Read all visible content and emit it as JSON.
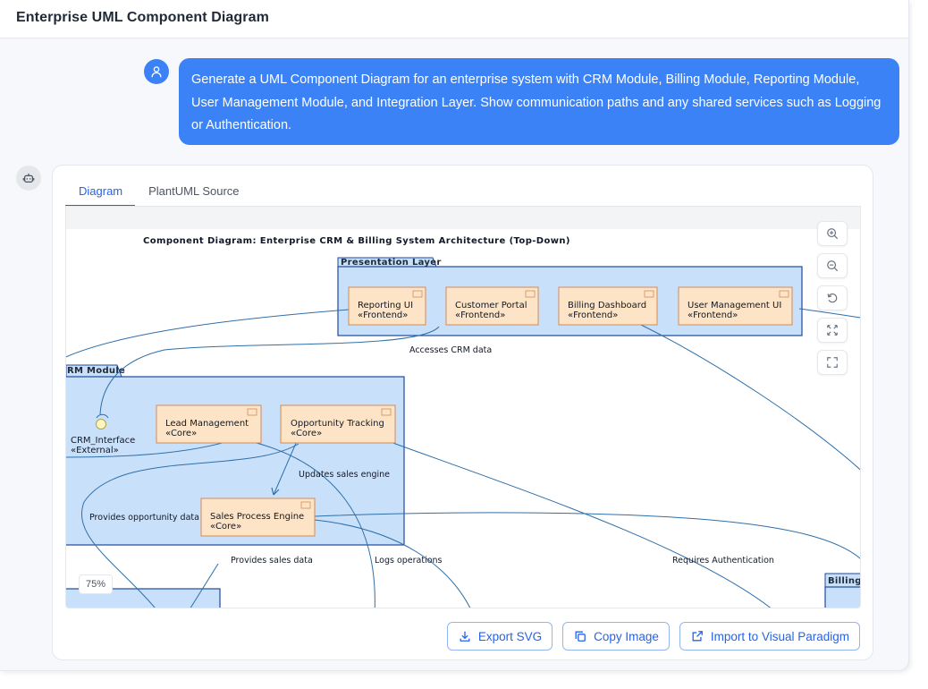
{
  "app": {
    "title": "Enterprise UML Component Diagram"
  },
  "user_message": "Generate a UML Component Diagram for an enterprise system with CRM Module, Billing Module, Reporting Module, User Management Module, and Integration Layer. Show communication paths and any shared services such as Logging or Authentication.",
  "tabs": [
    {
      "label": "Diagram",
      "active": true
    },
    {
      "label": "PlantUML Source",
      "active": false
    }
  ],
  "diagram": {
    "title": "Component Diagram: Enterprise CRM & Billing System Architecture (Top-Down)",
    "packages": {
      "presentation": "Presentation Layer",
      "crm": "RM Module",
      "billing": "Billing"
    },
    "components": {
      "reporting_ui": {
        "name": "Reporting UI",
        "stereotype": "«Frontend»"
      },
      "customer_portal": {
        "name": "Customer Portal",
        "stereotype": "«Frontend»"
      },
      "billing_dashboard": {
        "name": "Billing Dashboard",
        "stereotype": "«Frontend»"
      },
      "user_mgmt_ui": {
        "name": "User Management UI",
        "stereotype": "«Frontend»"
      },
      "lead_mgmt": {
        "name": "Lead Management",
        "stereotype": "«Core»"
      },
      "opportunity": {
        "name": "Opportunity Tracking",
        "stereotype": "«Core»"
      },
      "sales_engine": {
        "name": "Sales Process Engine",
        "stereotype": "«Core»"
      }
    },
    "interface": {
      "name": "CRM_Interface",
      "stereotype": "«External»"
    },
    "edge_labels": {
      "accesses_crm": "Accesses CRM data",
      "updates_sales": "Updates sales engine",
      "provides_opportunity": "Provides opportunity data",
      "provides_sales": "Provides sales data",
      "logs_operations": "Logs operations",
      "requires_auth": "Requires Authentication"
    },
    "colors": {
      "package_fill": "#c9e0fb",
      "package_stroke": "#1e4a9c",
      "component_fill": "#fde4c6",
      "component_stroke": "#d28a54",
      "edge": "#2f6fa8",
      "interface_fill": "#fdf6c3"
    }
  },
  "zoom": {
    "level": "75%"
  },
  "actions": {
    "export_svg": "Export SVG",
    "copy_image": "Copy Image",
    "import_vp": "Import to Visual Paradigm"
  }
}
